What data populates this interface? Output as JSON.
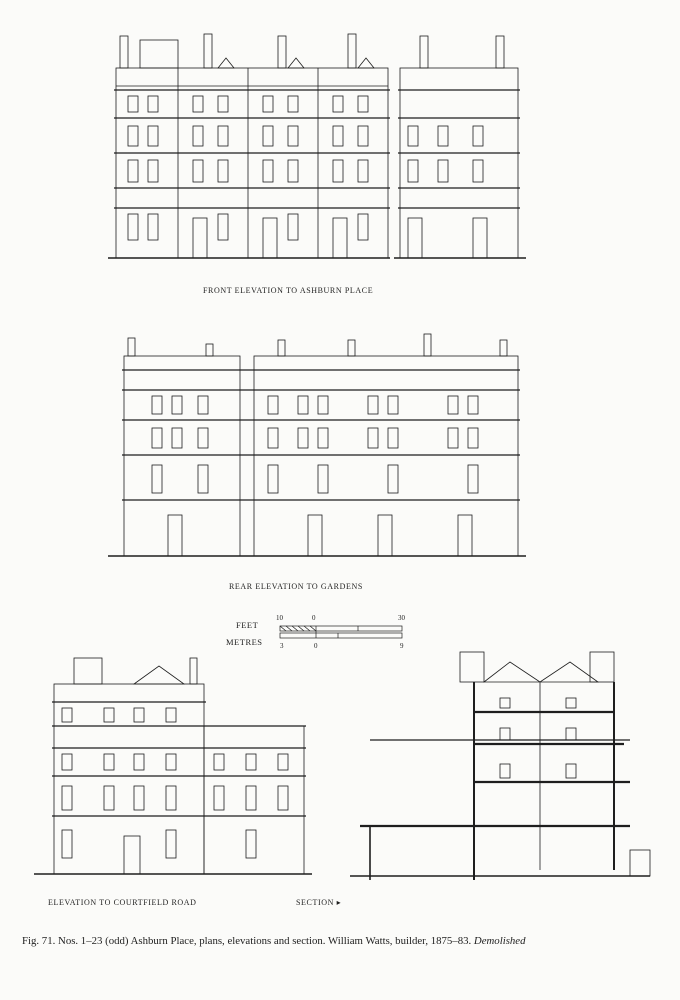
{
  "captions": {
    "front": "FRONT ELEVATION TO ASHBURN PLACE",
    "rear": "REAR ELEVATION TO GARDENS",
    "courtfield": "ELEVATION TO COURTFIELD ROAD",
    "section": "SECTION ▸"
  },
  "scale": {
    "feet_label": "FEET",
    "metres_label": "METRES",
    "feet_ticks": [
      "10",
      "0",
      "30"
    ],
    "metres_ticks": [
      "3",
      "0",
      "9"
    ]
  },
  "figure": {
    "label": "Fig. 71.",
    "text": "Nos. 1–23 (odd) Ashburn Place, plans, elevations and section. William Watts, builder, 1875–83.",
    "note": "Demolished"
  },
  "colors": {
    "ink": "#1e1e1e",
    "paper": "#fbfbf9"
  }
}
